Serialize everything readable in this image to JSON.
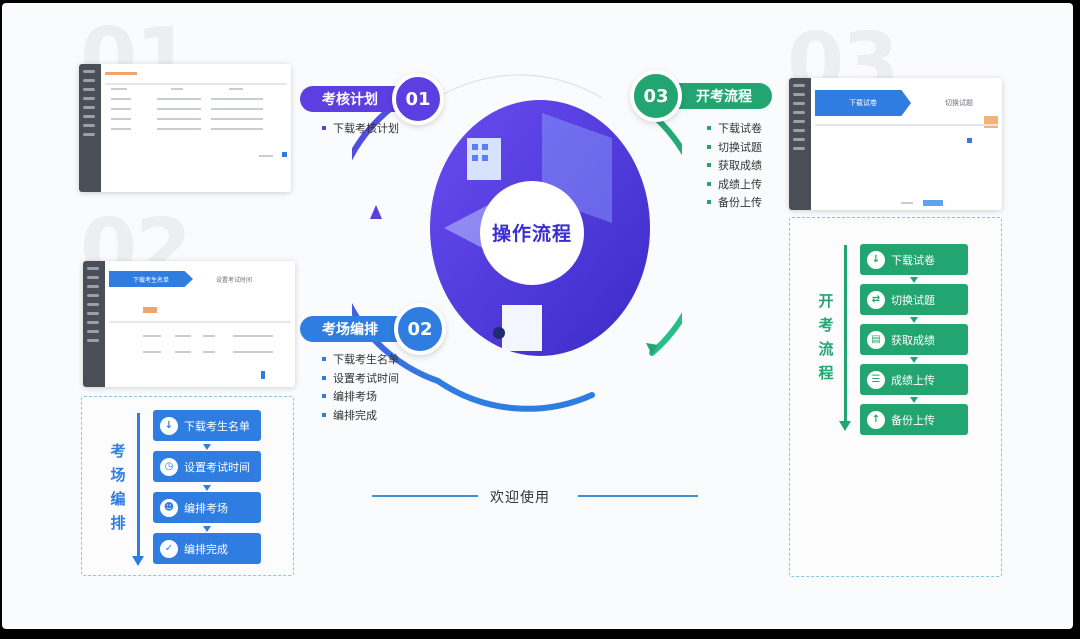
{
  "center": {
    "title": "操作流程"
  },
  "sections": {
    "s1": {
      "num": "01",
      "bignum": "01",
      "title": "考核计划",
      "items": [
        "下载考核计划"
      ]
    },
    "s2": {
      "num": "02",
      "bignum": "02",
      "title": "考场编排",
      "items": [
        "下载考生名单",
        "设置考试时间",
        "编排考场",
        "编排完成"
      ]
    },
    "s3": {
      "num": "03",
      "bignum": "03",
      "title": "开考流程",
      "items": [
        "下载试卷",
        "切换试题",
        "获取成绩",
        "成绩上传",
        "备份上传"
      ]
    }
  },
  "thumbnails": {
    "t2": {
      "tab_active": "下载考生名单",
      "tab_next": "设置考试时间"
    },
    "t3": {
      "tab_active": "下载试卷",
      "tab_next": "切换试题"
    }
  },
  "flow_left": {
    "title": [
      "考",
      "场",
      "编",
      "排"
    ],
    "steps": [
      "下载考生名单",
      "设置考试时间",
      "编排考场",
      "编排完成"
    ],
    "icons": [
      "download-icon",
      "clock-icon",
      "users-icon",
      "check-icon"
    ]
  },
  "flow_right": {
    "title": [
      "开",
      "考",
      "流",
      "程"
    ],
    "steps": [
      "下载试卷",
      "切换试题",
      "获取成绩",
      "成绩上传",
      "备份上传"
    ],
    "icons": [
      "download-icon",
      "switch-icon",
      "document-icon",
      "list-icon",
      "upload-icon"
    ]
  },
  "footer": {
    "welcome": "欢迎使用"
  },
  "colors": {
    "purple": "#5b3fe0",
    "blue": "#2f7de1",
    "green": "#22a571",
    "panel_border": "#87c3e5",
    "sidebar": "#4a4e56"
  }
}
